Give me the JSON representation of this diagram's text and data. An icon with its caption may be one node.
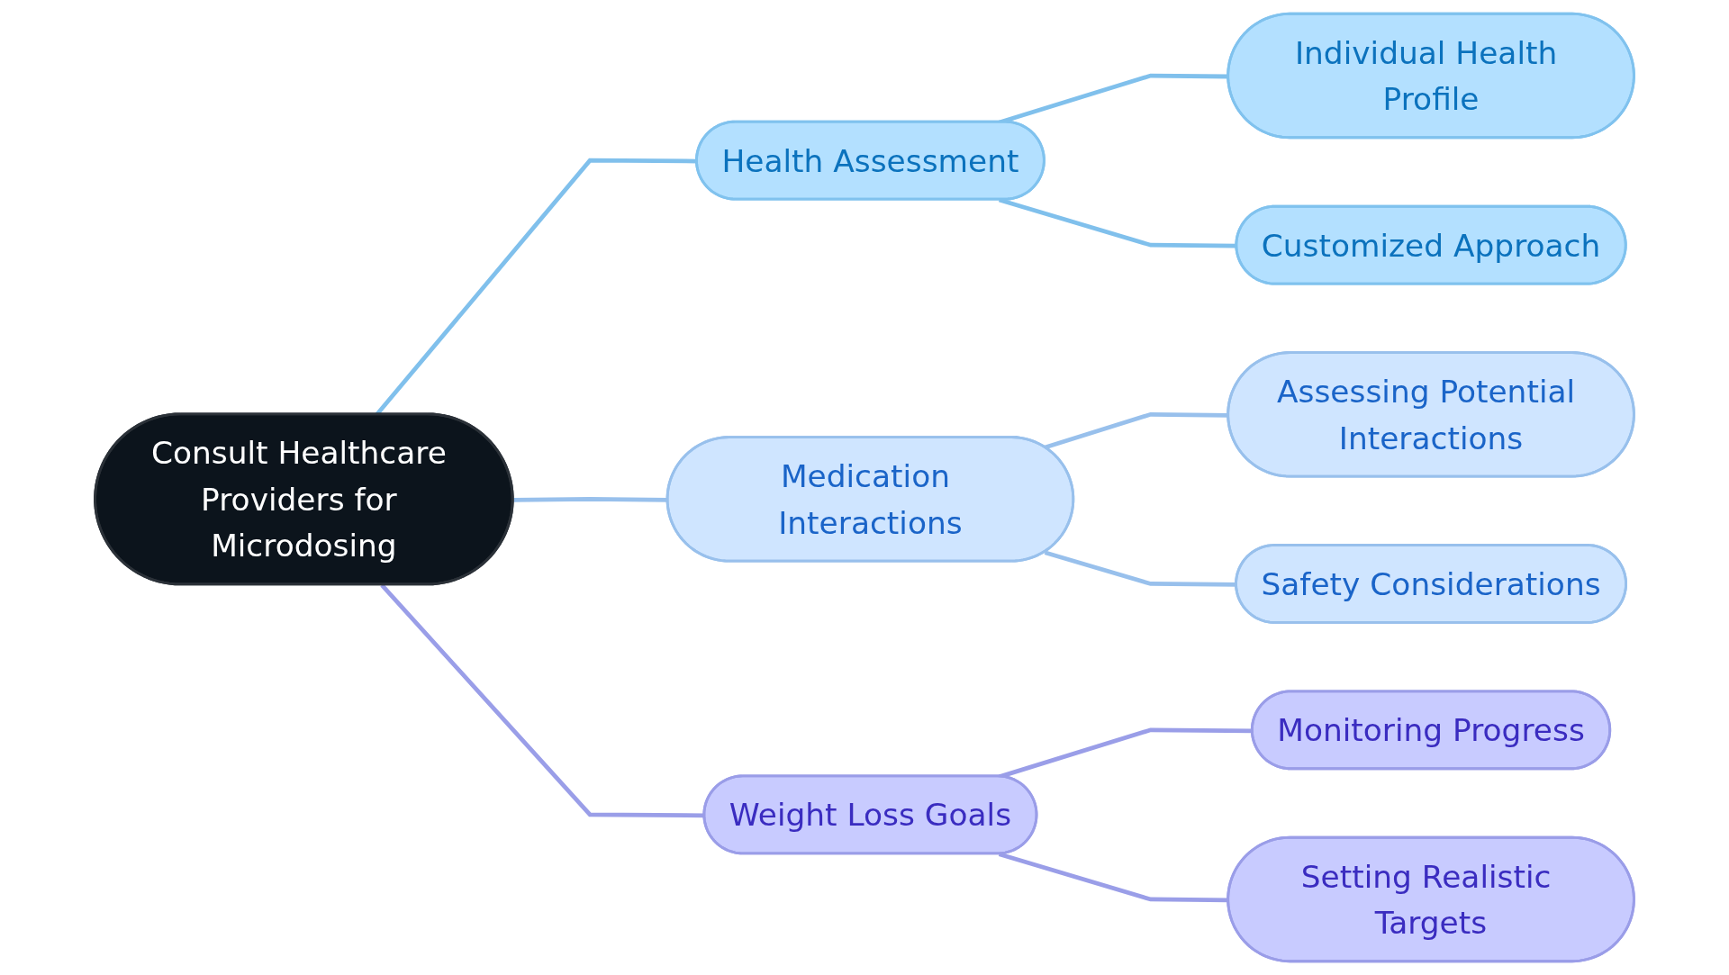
{
  "diagram": {
    "nodes": [
      {
        "text": [
          "Consult Healthcare Providers for Microdosing"
        ]
      },
      {
        "text": [
          "Health Assessment"
        ]
      },
      {
        "text": [
          "Individual Health Profile"
        ]
      },
      {
        "text": [
          "Customized Approach"
        ]
      },
      {
        "text": [
          "Medication Interactions"
        ]
      },
      {
        "text": [
          "Assessing Potential Interactions"
        ]
      },
      {
        "text": [
          "Safety Considerations"
        ]
      },
      {
        "text": [
          "Weight Loss Goals"
        ]
      },
      {
        "text": [
          "Monitoring Progress"
        ]
      },
      {
        "text": [
          "Setting Realistic Targets"
        ]
      }
    ],
    "edges": [
      {
        "from": 0,
        "to": 1,
        "arrow": "none",
        "color": "#80c0ec"
      },
      {
        "from": 1,
        "to": 2,
        "arrow": "none",
        "color": "#80c0ec"
      },
      {
        "from": 1,
        "to": 3,
        "arrow": "none",
        "color": "#80c0ec"
      },
      {
        "from": 0,
        "to": 4,
        "arrow": "none",
        "color": "#98c0ec"
      },
      {
        "from": 4,
        "to": 5,
        "arrow": "none",
        "color": "#98c0ec"
      },
      {
        "from": 4,
        "to": 6,
        "arrow": "none",
        "color": "#98c0ec"
      },
      {
        "from": 0,
        "to": 7,
        "arrow": "none",
        "color": "#9a9ee8"
      },
      {
        "from": 7,
        "to": 8,
        "arrow": "none",
        "color": "#9a9ee8"
      },
      {
        "from": 7,
        "to": 9,
        "arrow": "none",
        "color": "#9a9ee8"
      }
    ]
  }
}
